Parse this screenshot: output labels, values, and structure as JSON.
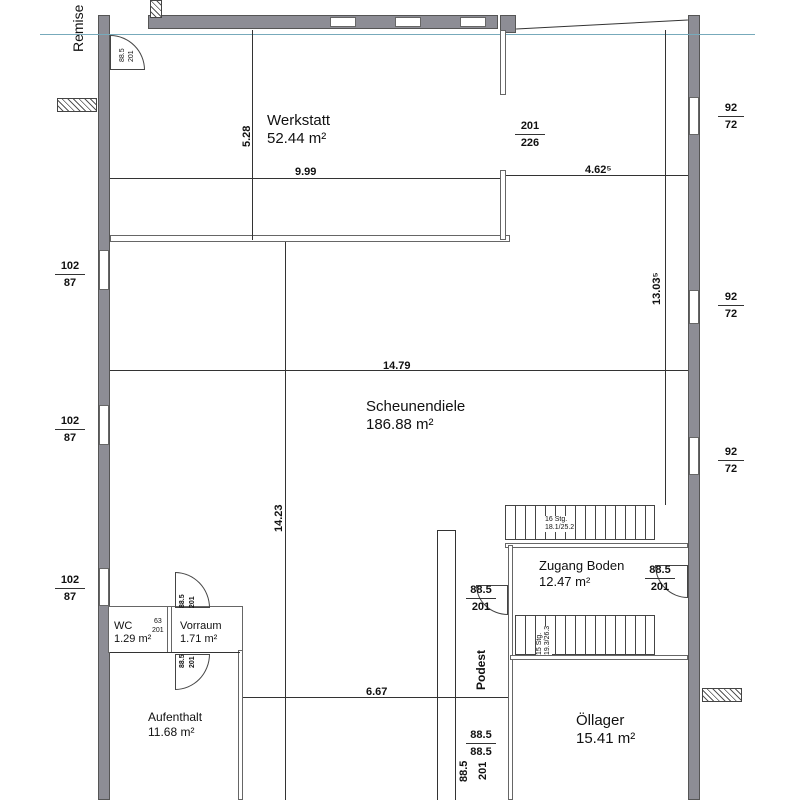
{
  "side_label": "Remise",
  "rooms": [
    {
      "name": "Werkstatt",
      "area": "52.44 m²"
    },
    {
      "name": "Scheunendiele",
      "area": "186.88 m²"
    },
    {
      "name": "Zugang Boden",
      "area": "12.47 m²"
    },
    {
      "name": "Öllager",
      "area": "15.41 m²"
    },
    {
      "name": "Aufenthalt",
      "area": "11.68 m²"
    },
    {
      "name": "WC",
      "area": "1.29 m²"
    },
    {
      "name": "Vorraum",
      "area": "1.71 m²"
    },
    {
      "name": "Podest"
    }
  ],
  "dimensions": {
    "werkstatt_width": "9.99",
    "werkstatt_depth": "5.28",
    "right_width": "4.62⁵",
    "total_width": "14.79",
    "total_depth": "14.23",
    "right_depth": "13.03⁵",
    "lower_width": "6.67"
  },
  "windows": {
    "right": [
      {
        "w": "92",
        "h": "72"
      },
      {
        "w": "92",
        "h": "72"
      },
      {
        "w": "92",
        "h": "72"
      }
    ],
    "left": [
      {
        "w": "102",
        "h": "87"
      },
      {
        "w": "102",
        "h": "87"
      },
      {
        "w": "102",
        "h": "87"
      }
    ]
  },
  "doors": {
    "werkstatt": {
      "w": "201",
      "h": "226"
    },
    "zugang_left": {
      "w": "88.5",
      "h": "201"
    },
    "zugang_right": {
      "w": "88.5",
      "h": "201"
    },
    "oellager_a": "88.5",
    "oellager_b": "88.5",
    "bottom": {
      "w": "88.5",
      "h": "201"
    },
    "vorraum_top": {
      "w": "88.5",
      "h": "201"
    },
    "vorraum_bottom": {
      "w": "88.5",
      "h": "201"
    },
    "wc": {
      "w": "63",
      "h": "201"
    },
    "remise": {
      "w": "88.5",
      "h": "201"
    }
  },
  "stairs": {
    "upper": {
      "steps": "16 Stg.",
      "ratio": "18.1/25.2"
    },
    "lower": {
      "steps": "15 Stg.",
      "ratio": "19.3/26.3"
    }
  }
}
